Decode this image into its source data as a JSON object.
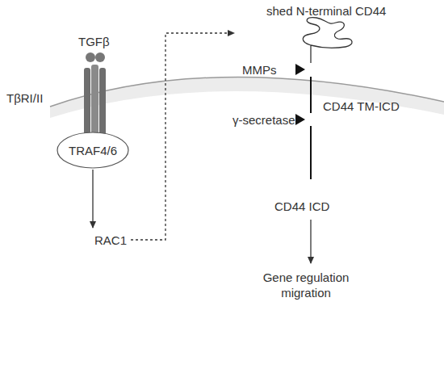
{
  "diagram": {
    "nodes": [
      {
        "text": [
          "TRAF4/6"
        ]
      }
    ],
    "labels": [
      "shed N-terminal CD44",
      "TGFβ",
      "TβRI/II",
      "RAC1",
      "MMPs",
      "CD44 TM-ICD",
      "γ-secretase",
      "CD44 ICD",
      "Gene regulation migration"
    ]
  }
}
